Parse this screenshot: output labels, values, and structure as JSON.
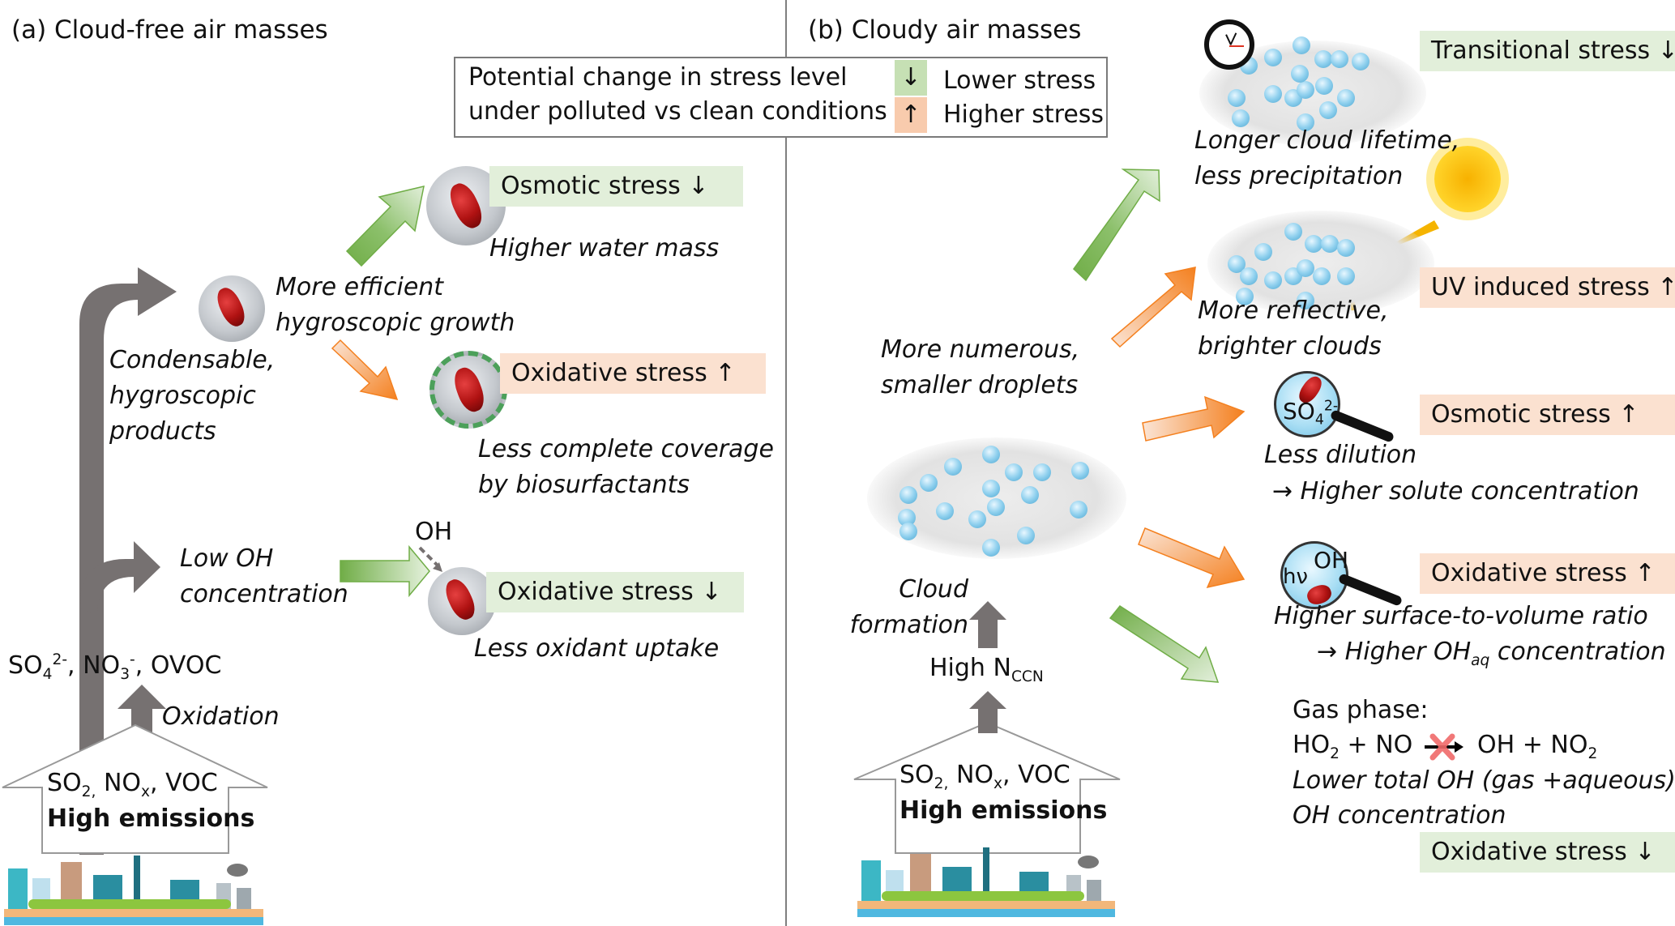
{
  "panel_a": {
    "title": "(a) Cloud-free air masses",
    "emissions": {
      "species": "SO2, NOx, VOC",
      "so2": "SO",
      "so2_sub": "2,",
      "nox": " NO",
      "nox_sub": "x",
      "voc": ", VOC",
      "label": "High emissions"
    },
    "oxidation_label": "Oxidation",
    "products": {
      "so4": "SO",
      "so4_sub": "4",
      "so4_sup": "2-",
      "no3": ", NO",
      "no3_sub": "3",
      "no3_sup": "-",
      "ovoc": ", OVOC"
    },
    "branch_upper": {
      "line1": "Condensable,",
      "line2": "hygroscopic",
      "line3": "products"
    },
    "growth": {
      "line1": "More efficient",
      "line2": "hygroscopic growth"
    },
    "osmotic": {
      "label": "Osmotic stress",
      "arrow": "↓",
      "caption": "Higher water mass",
      "direction": "lower"
    },
    "oxidative_up": {
      "label": "Oxidative stress",
      "arrow": "↑",
      "caption1": "Less complete coverage",
      "caption2": "by biosurfactants",
      "direction": "higher"
    },
    "low_oh": {
      "line1": "Low OH",
      "line2": "concentration",
      "oh_label": "OH"
    },
    "oxidative_down": {
      "label": "Oxidative stress",
      "arrow": "↓",
      "caption": "Less oxidant uptake",
      "direction": "lower"
    }
  },
  "legend": {
    "line1": "Potential change in stress level",
    "line2": "under polluted vs clean conditions",
    "lower_arrow": "↓",
    "lower_label": "Lower stress",
    "higher_arrow": "↑",
    "higher_label": "Higher stress",
    "colors": {
      "lower": "#c6e0b4",
      "higher": "#f8cbad"
    }
  },
  "panel_b": {
    "title": "(b) Cloudy air masses",
    "emissions": {
      "so2": "SO",
      "so2_sub": "2,",
      "nox": " NO",
      "nox_sub": "x",
      "voc": ", VOC",
      "label": "High emissions"
    },
    "nccn": {
      "prefix": "High N",
      "sub": "CCN"
    },
    "cloud_formation": {
      "line1": "Cloud",
      "line2": "formation"
    },
    "droplets": {
      "line1": "More numerous,",
      "line2": "smaller droplets"
    },
    "transitional": {
      "label": "Transitional stress",
      "arrow": "↓",
      "caption1": "Longer cloud lifetime,",
      "caption2": "less precipitation",
      "direction": "lower"
    },
    "uv": {
      "label": "UV induced stress",
      "arrow": "↑",
      "caption1": "More reflective,",
      "caption2": "brighter clouds",
      "direction": "higher"
    },
    "osmotic": {
      "label": "Osmotic stress",
      "arrow": "↑",
      "lens_text": "SO",
      "lens_sub": "4",
      "lens_sup": "2-",
      "caption1": "Less dilution",
      "caption2": "→ Higher solute concentration",
      "direction": "higher"
    },
    "oxidative_up": {
      "label": "Oxidative stress",
      "arrow": "↑",
      "lens_oh": "OH",
      "lens_hv": "hν",
      "caption1": "Higher surface-to-volume ratio",
      "caption2_pre": "→ Higher OH",
      "caption2_sub": "aq",
      "caption2_post": " concentration",
      "direction": "higher"
    },
    "gas_phase": {
      "title": "Gas phase:",
      "reactants_ho": "HO",
      "reactants_sub": "2",
      "reactants_rest": " + NO",
      "products_pre": "OH + NO",
      "products_sub": "2",
      "line3": "Lower total OH (gas +aqueous)",
      "line4": "OH concentration"
    },
    "oxidative_down": {
      "label": "Oxidative stress",
      "arrow": "↓",
      "direction": "lower"
    }
  },
  "colors": {
    "green_box": "#e2efda",
    "orange_box": "#fbe1d0",
    "green_arrow": "#70ad47",
    "orange_arrow": "#f4801f",
    "grey_arrow": "#767171"
  }
}
